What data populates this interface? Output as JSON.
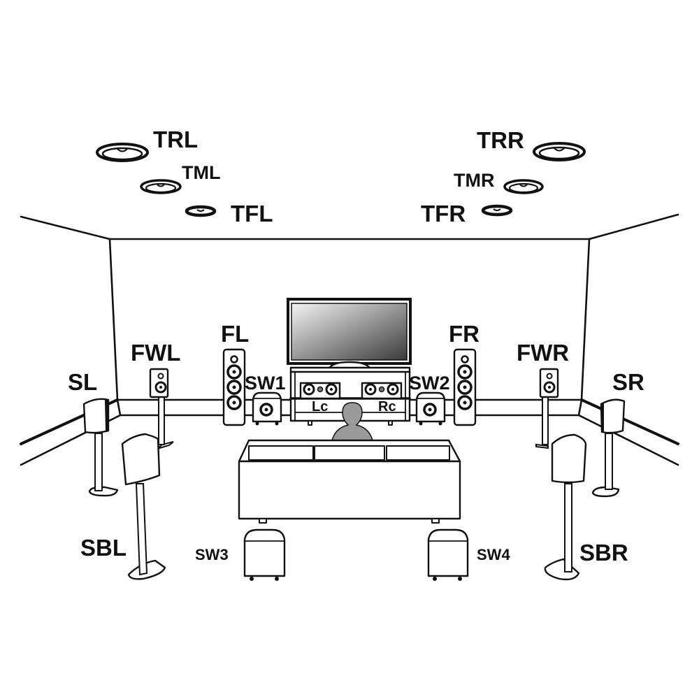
{
  "diagram": {
    "speakers": {
      "TRL": "TRL",
      "TML": "TML",
      "TFL": "TFL",
      "TRR": "TRR",
      "TMR": "TMR",
      "TFR": "TFR",
      "FL": "FL",
      "FR": "FR",
      "FWL": "FWL",
      "FWR": "FWR",
      "SL": "SL",
      "SR": "SR",
      "SBL": "SBL",
      "SBR": "SBR",
      "SW1": "SW1",
      "SW2": "SW2",
      "SW3": "SW3",
      "SW4": "SW4",
      "Lc": "Lc",
      "Rc": "Rc"
    },
    "colors": {
      "line": "#111111",
      "person": "#9a9a9a",
      "screen_light": "#f4f4f4",
      "screen_dark": "#3a3a3a",
      "background": "#ffffff"
    }
  }
}
